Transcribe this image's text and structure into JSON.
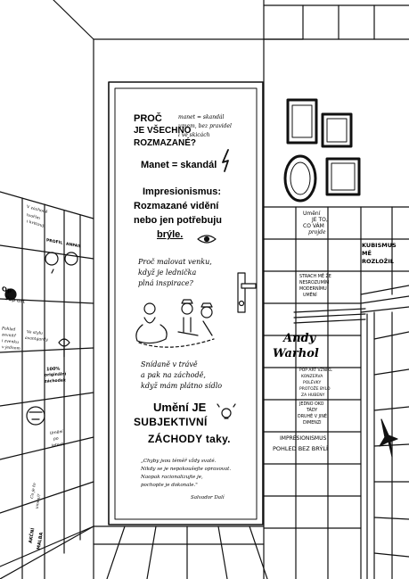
{
  "door": {
    "q1": "PROČ",
    "q2": "JE VŠECHNO",
    "q3": "ROZMAZANÉ?",
    "note1": "manet = skandál",
    "note2": "umem, bez pravidel",
    "note3": "i ve skicách",
    "manet": "Manet = skandál",
    "imp1": "Impresionismus:",
    "imp2": "Rozmazané vidění",
    "imp3": "nebo jen potřebuju",
    "imp4": "brýle.",
    "plein1": "Proč malovat venku,",
    "plein2": "když je lednička",
    "plein3": "plná inspirace?",
    "dej1": "Snídaně v trávě",
    "dej2": "a pak na záchodě,",
    "dej3": "když mám plátno sídlo",
    "umeni1": "Umění JE",
    "umeni2": "SUBJEKTIVNÍ",
    "umeni3": "ZÁCHODY taky.",
    "quote1": "„Chyby jsou téměř vždy svaté.",
    "quote2": "Nikdy se je nepokoušejte opravovat.",
    "quote3": "Naopak racionalizujte je,",
    "quote4": "pochopte je dokonale.\"",
    "quote_author": "Salvador Dalí"
  },
  "right_wall": {
    "umeni1": "Umění",
    "umeni2": "JE TO,",
    "umeni3": "CO VÁM",
    "umeni4": "projde",
    "kub1": "KUBISMUS",
    "kub2": "MĚ",
    "kub3": "ROZLOŽIL",
    "strach1": "STRACH MĚ ŽE",
    "strach2": "NESROZUMÍM",
    "strach3": "MODERNÍMU",
    "strach4": "UMĚNÍ",
    "warhol1": "Andy",
    "warhol2": "Warhol",
    "popart1": "POP ART VZNIKL",
    "popart2": "KONZERVA",
    "popart3": "POLÉVKY",
    "popart4": "PROTOŽE BYLO",
    "popart5": "ZA HUBENY",
    "jedno1": "JEDNO OKO",
    "jedno2": "TÁDY",
    "jedno3": "DRUHÉ V JINÉ",
    "jedno4": "DIMENZI",
    "pohled1": "IMPRESIONISMUS",
    "pohled2": "POHLED BEZ BRÝLÍ"
  },
  "left_wall": {
    "tile1a": "V záchodě",
    "tile1b": "tvořím",
    "tile1c": "i kritizuji",
    "profil": "PROFIL",
    "anfas": "ANFAS",
    "op": "Op",
    "popart": "Pop art",
    "t3a": "Pohled",
    "t3b": "zevnitř",
    "t3c": "i zvenku",
    "t3d": "v jednom",
    "t4a": "Ve stylu",
    "t4b": "avantgardy",
    "t5a": "100%",
    "t5b": "originální",
    "t5c": "záchodek",
    "t6a": "Umění",
    "t6b": "po",
    "t6c": "letech",
    "t7a": "Co je to",
    "t7b": "umění?",
    "t8a": "AKČNÍ",
    "t8b": "MALBA"
  }
}
